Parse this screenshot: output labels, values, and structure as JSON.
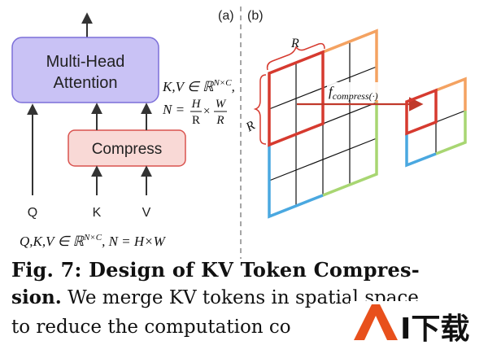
{
  "panels": {
    "a_label": "(a)",
    "b_label": "(b)"
  },
  "panel_a": {
    "attention_label_line1": "Multi-Head",
    "attention_label_line2": "Attention",
    "compress_label": "Compress",
    "input_q": "Q",
    "input_k": "K",
    "input_v": "V",
    "kv_shape": "K,V ∈ ℝ",
    "kv_shape_sup": "N×C",
    "kv_shape_suffix": ",",
    "n_prefix": "N =",
    "n_frac1_num": "H",
    "n_frac1_den": "R",
    "n_times": "×",
    "n_frac2_num": "W",
    "n_frac2_den": "R",
    "qkv_shape": "Q,K,V ∈ ℝ",
    "qkv_shape_sup": "N×C",
    "qkv_shape_suffix": ", N = H×W"
  },
  "panel_b": {
    "r_label_top": "R",
    "r_label_left": "R",
    "f_label": "f",
    "f_sub": "compress(·)"
  },
  "caption": {
    "title_bold": "Fig. 7: Design of KV Token Compres-",
    "line2_bold": "sion.",
    "line2_rest": " We merge KV tokens in spatial space",
    "line3": "to reduce the computation co"
  },
  "watermark": {
    "text_a": "A",
    "text_rest": "I下载"
  },
  "colors": {
    "attention_fill": "#c9c2f5",
    "attention_stroke": "#7c6fd9",
    "compress_fill": "#f9d9d6",
    "compress_stroke": "#d9534f",
    "grid_red": "#d63a2f",
    "grid_orange": "#f4a261",
    "grid_green": "#a8d672",
    "grid_blue": "#4aa8e0",
    "watermark_orange": "#e8501c"
  }
}
